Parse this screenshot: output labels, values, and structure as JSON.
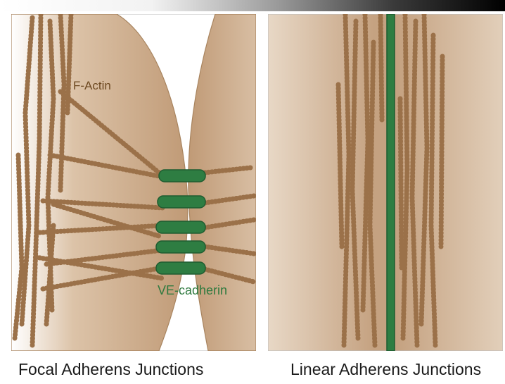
{
  "diagram": {
    "labels": {
      "f_actin": "F-Actin",
      "ve_cadherin": "VE-cadherin"
    },
    "captions": {
      "left": "Focal Adherens Junctions",
      "right": "Linear Adherens Junctions"
    },
    "colors": {
      "cell": "#c8a787",
      "cell_dark": "#a8845f",
      "actin": "#9b7149",
      "cadherin": "#2e7d42",
      "cadherin_dark": "#1f5c30"
    }
  }
}
